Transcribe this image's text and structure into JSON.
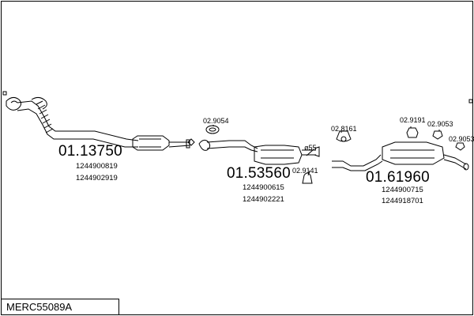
{
  "diagram_code": "MERC55089A",
  "assemblies": [
    {
      "part_number": "01.13750",
      "oem_numbers": [
        "1244900819",
        "1244902919"
      ]
    },
    {
      "part_number": "01.53560",
      "oem_numbers": [
        "1244900615",
        "1244902221"
      ]
    },
    {
      "part_number": "01.61960",
      "oem_numbers": [
        "1244900715",
        "1244918701"
      ]
    }
  ],
  "fittings": {
    "gasket_1": "02.9054",
    "clamp_55": "55",
    "hanger_1": "02.9141",
    "hanger_2": "02.8161",
    "hanger_3": "02.9191",
    "hanger_4": "02.9053",
    "hanger_5": "02.9053"
  }
}
